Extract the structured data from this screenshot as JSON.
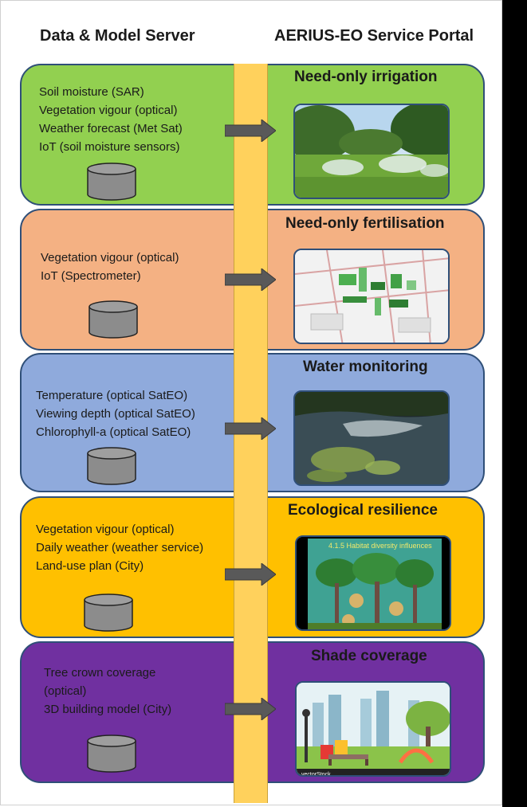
{
  "headers": {
    "left": "Data & Model Server",
    "right": "AERIUS-EO Service Portal"
  },
  "bands": [
    {
      "color": "#92d050",
      "title": "Need-only irrigation",
      "inputs": [
        "Soil moisture (SAR)",
        "Vegetation vigour (optical)",
        "Weather forecast (Met Sat)",
        "IoT (soil moisture sensors)"
      ],
      "image": "sprinkler-lawn-photo"
    },
    {
      "color": "#f4b183",
      "title": "Need-only fertilisation",
      "inputs": [
        "Vegetation vigour (optical)",
        "IoT (Spectrometer)"
      ],
      "image": "vegetation-map"
    },
    {
      "color": "#8faadc",
      "title": "Water monitoring",
      "inputs": [
        "Temperature (optical SatEO)",
        "Viewing depth (optical SatEO)",
        "Chlorophyll-a (optical SatEO)"
      ],
      "image": "lake-aerial-photo"
    },
    {
      "color": "#ffc000",
      "title": "Ecological resilience",
      "inputs": [
        "Vegetation vigour (optical)",
        "Daily weather (weather service)",
        "Land-use plan (City)"
      ],
      "image": "habitat-diversity-slide",
      "image_caption": "4.1.5 Habitat diversity influences"
    },
    {
      "color": "#7030a0",
      "title": "Shade coverage",
      "inputs": [
        "Tree crown coverage",
        "(optical)",
        "3D building model (City)"
      ],
      "image": "park-illustration",
      "image_caption": "vectorStock"
    }
  ],
  "colors": {
    "pillar": "#ffd15c",
    "border": "#2f4f78",
    "arrow": "#595959",
    "database": "#8c8c8c"
  }
}
